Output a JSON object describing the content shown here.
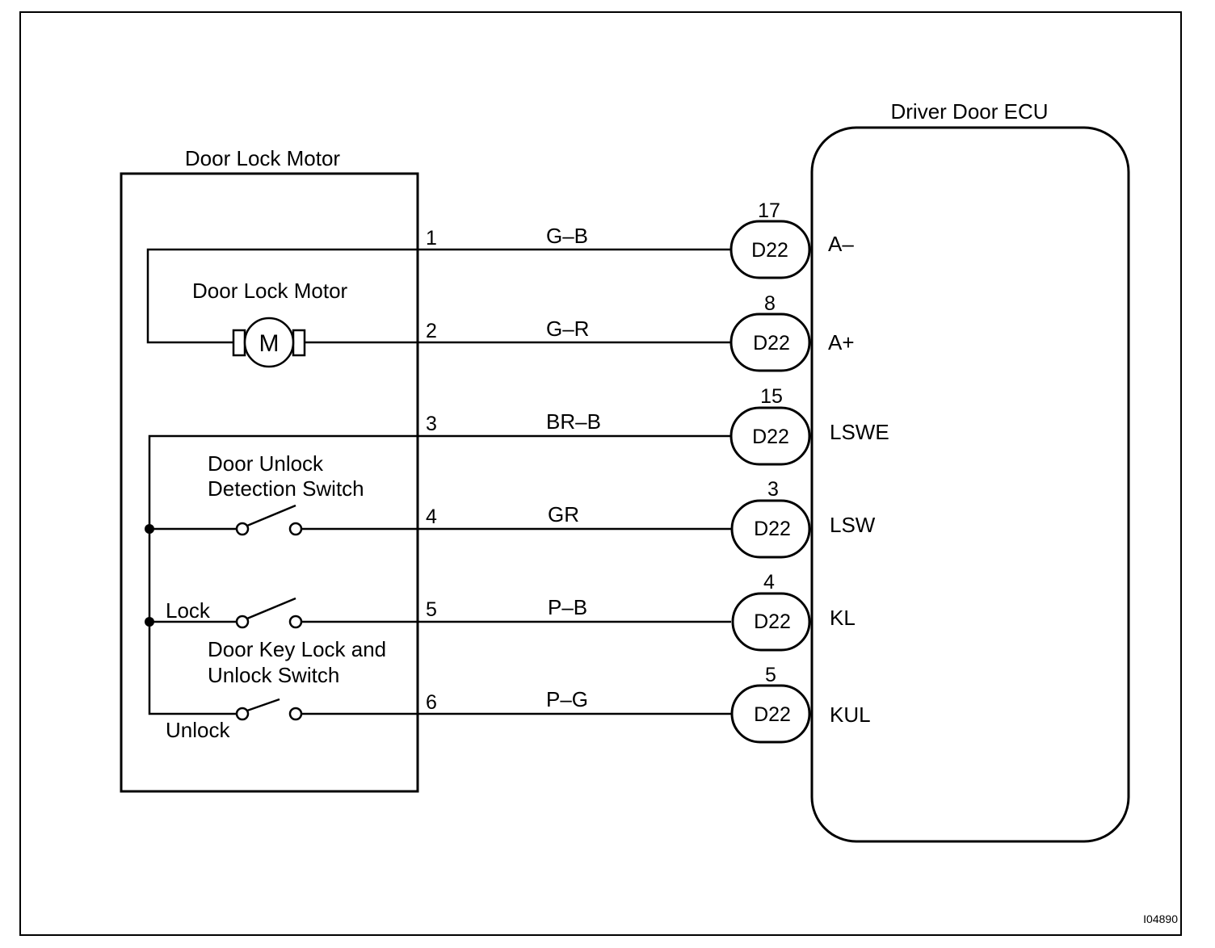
{
  "motor_box": {
    "title": "Door Lock Motor",
    "motor_label": "Door Lock Motor",
    "motor_symbol": "M",
    "unlock_detection_switch_label": [
      "Door Unlock",
      "Detection Switch"
    ],
    "key_switch_label": [
      "Door Key Lock and",
      "Unlock Switch"
    ],
    "lock_label": "Lock",
    "unlock_label": "Unlock"
  },
  "ecu": {
    "title": "Driver Door ECU"
  },
  "wires": [
    {
      "pin": "1",
      "color": "G–B",
      "connector_pin": "17",
      "connector": "D22",
      "terminal": "A–"
    },
    {
      "pin": "2",
      "color": "G–R",
      "connector_pin": "8",
      "connector": "D22",
      "terminal": "A+"
    },
    {
      "pin": "3",
      "color": "BR–B",
      "connector_pin": "15",
      "connector": "D22",
      "terminal": "LSWE"
    },
    {
      "pin": "4",
      "color": "GR",
      "connector_pin": "3",
      "connector": "D22",
      "terminal": "LSW"
    },
    {
      "pin": "5",
      "color": "P–B",
      "connector_pin": "4",
      "connector": "D22",
      "terminal": "KL"
    },
    {
      "pin": "6",
      "color": "P–G",
      "connector_pin": "5",
      "connector": "D22",
      "terminal": "KUL"
    }
  ],
  "figure_id": "I04890",
  "colors": {
    "line": "#000000",
    "background": "#ffffff"
  }
}
